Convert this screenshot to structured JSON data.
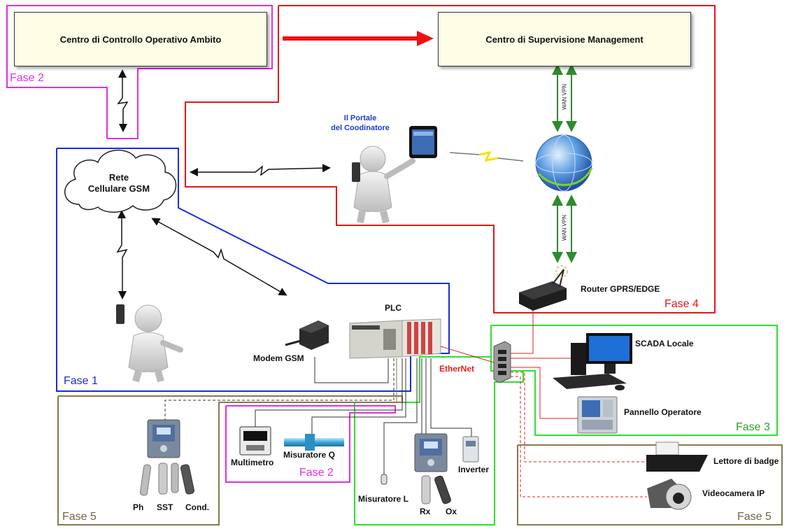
{
  "boxes": {
    "controllo": "Centro di Controllo Operativo Ambito",
    "supervisione": "Centro di Supervisione Management"
  },
  "cloud": {
    "line1": "Rete",
    "line2": "Cellulare GSM"
  },
  "portale": {
    "line1": "Il Portale",
    "line2": "del Coodinatore"
  },
  "devices": {
    "plc": "PLC",
    "modem": "Modem GSM",
    "router": "Router GPRS/EDGE",
    "scada": "SCADA Locale",
    "pannello": "Pannello Operatore",
    "ethernet": "EtherNet",
    "multimetro": "Multimetro",
    "misuratore_q": "Misuratore Q",
    "misuratore_l": "Misuratore L",
    "rx": "Rx",
    "ox": "Ox",
    "inverter": "Inverter",
    "ph": "Ph",
    "sst": "SST",
    "cond": "Cond.",
    "lettore": "Lettore di badge",
    "videocamera": "Videocamera IP"
  },
  "vpn": {
    "upper": "WAN VPN",
    "lower": "WAN VPN"
  },
  "fasi": {
    "fase2_top": "Fase 2",
    "fase1": "Fase 1",
    "fase4": "Fase 4",
    "fase3": "Fase 3",
    "fase5_left": "Fase 5",
    "fase2_bottom": "Fase 2",
    "fase5_right": "Fase 5"
  },
  "colors": {
    "fase1": "#1a2ed8",
    "fase2": "#e22ee2",
    "fase3": "#2ee02e",
    "fase4": "#e01818",
    "fase5": "#857a4e",
    "box_fill": "#fefee6",
    "vpn_arrow": "#2e8b2e",
    "ethernet": "#e32020"
  }
}
